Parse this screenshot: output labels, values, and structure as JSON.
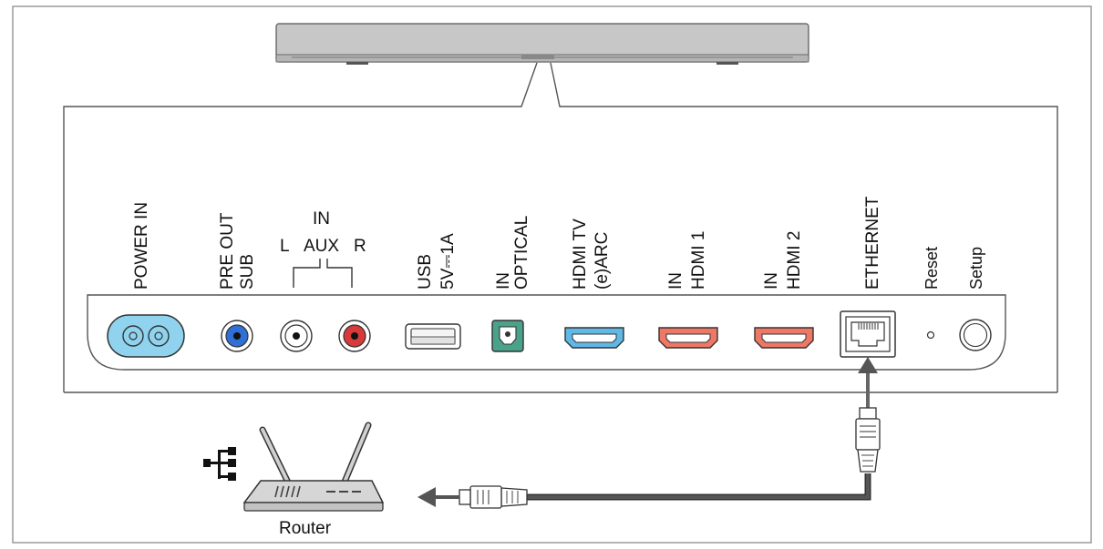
{
  "ports": {
    "power": [
      "POWER IN"
    ],
    "pre_out": [
      "PRE OUT",
      "SUB"
    ],
    "aux_in": "IN",
    "aux_l": "L",
    "aux": "AUX",
    "aux_r": "R",
    "usb": [
      "USB",
      "5V⎓1A"
    ],
    "optical": [
      "IN",
      "OPTICAL"
    ],
    "hdmi_tv": [
      "HDMI TV",
      "(e)ARC"
    ],
    "hdmi1": [
      "IN",
      "HDMI 1"
    ],
    "hdmi2": [
      "IN",
      "HDMI 2"
    ],
    "ethernet": [
      "ETHERNET"
    ],
    "reset": [
      "Reset"
    ],
    "setup": [
      "Setup"
    ]
  },
  "router": {
    "label": "Router"
  },
  "colors": {
    "power": "#8fd3ee",
    "sub": "#2f6fd6",
    "aux_l": "#ffffff",
    "aux_r": "#d63a3a",
    "optical": "#4aa28a",
    "hdmi_tv": "#5fb8e6",
    "hdmi": "#ee7766"
  },
  "icons": [
    "network-icon",
    "router-icon",
    "ethernet-plug-icon",
    "arrow-up-icon",
    "arrow-left-icon"
  ]
}
